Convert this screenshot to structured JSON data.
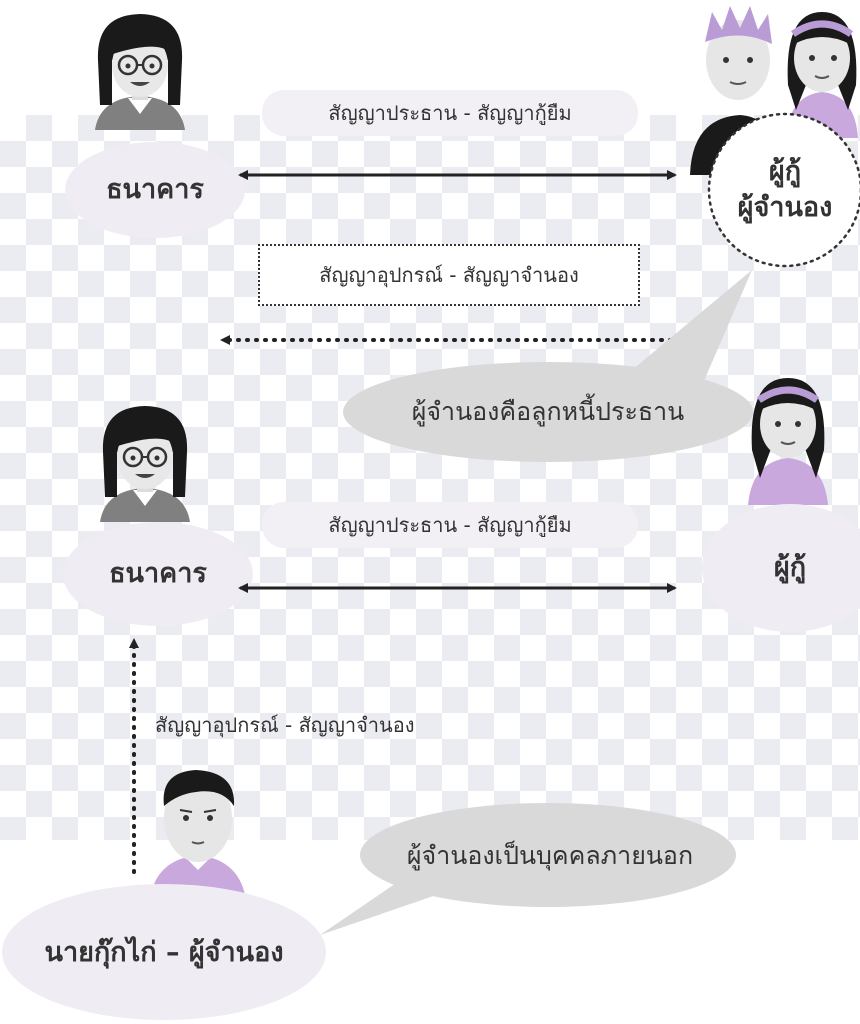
{
  "diagram": {
    "top": {
      "bank_label": "ธนาคาร",
      "borrower_label_line1": "ผู้กู้",
      "borrower_label_line2": "ผู้จำนอง",
      "main_contract": "สัญญาประธาน - สัญญากู้ยืม",
      "accessory_contract": "สัญญาอุปกรณ์ - สัญญาจำนอง",
      "note": "ผู้จำนองคือลูกหนี้ประธาน"
    },
    "bottom": {
      "bank_label": "ธนาคาร",
      "borrower_label": "ผู้กู้",
      "main_contract": "สัญญาประธาน - สัญญากู้ยืม",
      "accessory_contract": "สัญญาอุปกรณ์ - สัญญาจำนอง",
      "mortgagor_label": "นายกุ๊กไก่ – ผู้จำนอง",
      "note": "ผู้จำนองเป็นบุคคลภายนอก"
    }
  },
  "colors": {
    "node_fill": "#efedf3",
    "checker": "#ebebf2",
    "bubble_fill": "#d9d9d9",
    "purple_accent": "#c9a8de",
    "text": "#333333"
  },
  "icons": [
    "bank-officer-avatar",
    "borrower-couple-avatar",
    "borrower-woman-avatar",
    "mortgagor-man-avatar"
  ]
}
